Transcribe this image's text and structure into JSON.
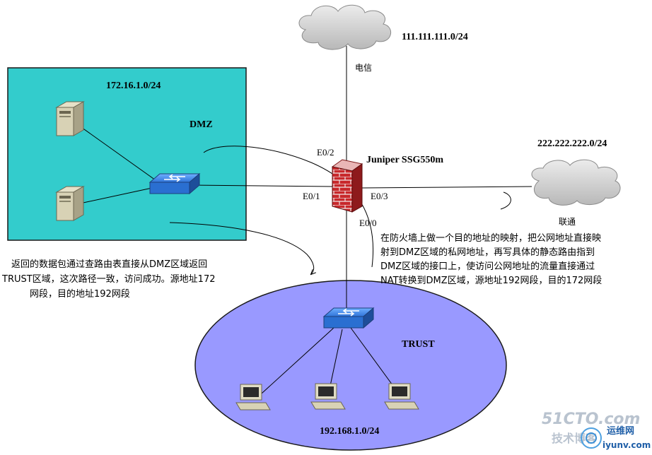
{
  "network": {
    "internet_telecom": {
      "label": "电信",
      "subnet": "111.111.111.0/24"
    },
    "internet_unicom": {
      "label": "联通",
      "subnet": "222.222.222.0/24"
    },
    "firewall": {
      "model": "Juniper SSG550m",
      "ports": {
        "e02": "E0/2",
        "e01": "E0/1",
        "e03": "E0/3",
        "e00": "E0/0"
      }
    },
    "dmz": {
      "label": "DMZ",
      "subnet": "172.16.1.0/24"
    },
    "trust": {
      "label": "TRUST",
      "subnet": "192.168.1.0/24"
    }
  },
  "notes": {
    "right": [
      "在防火墙上做一个目的地址的映射，把公网地址直接映",
      "射到DMZ区域的私网地址，再写具体的静态路由指到",
      "DMZ区域的接口上，使访问公网地址的流量直接通过",
      "NAT转换到DMZ区域，源地址192网段，目的172网段"
    ],
    "left": [
      "返回的数据包通过查路由表直接从DMZ区域返回",
      "TRUST区域，这次路径一致，访问成功。源地址172",
      "网段，目的地址192网段"
    ]
  },
  "watermark": {
    "line1": "51CTO.com",
    "line2": "技术博客",
    "brand": "运维网",
    "url": "iyunv.com"
  },
  "colors": {
    "dmz_fill": "#33cccc",
    "trust_fill": "#9999ff",
    "cloud_fill": "#cccccc",
    "switch_blue": "#2a6fd1",
    "firewall_red": "#c8282b"
  }
}
